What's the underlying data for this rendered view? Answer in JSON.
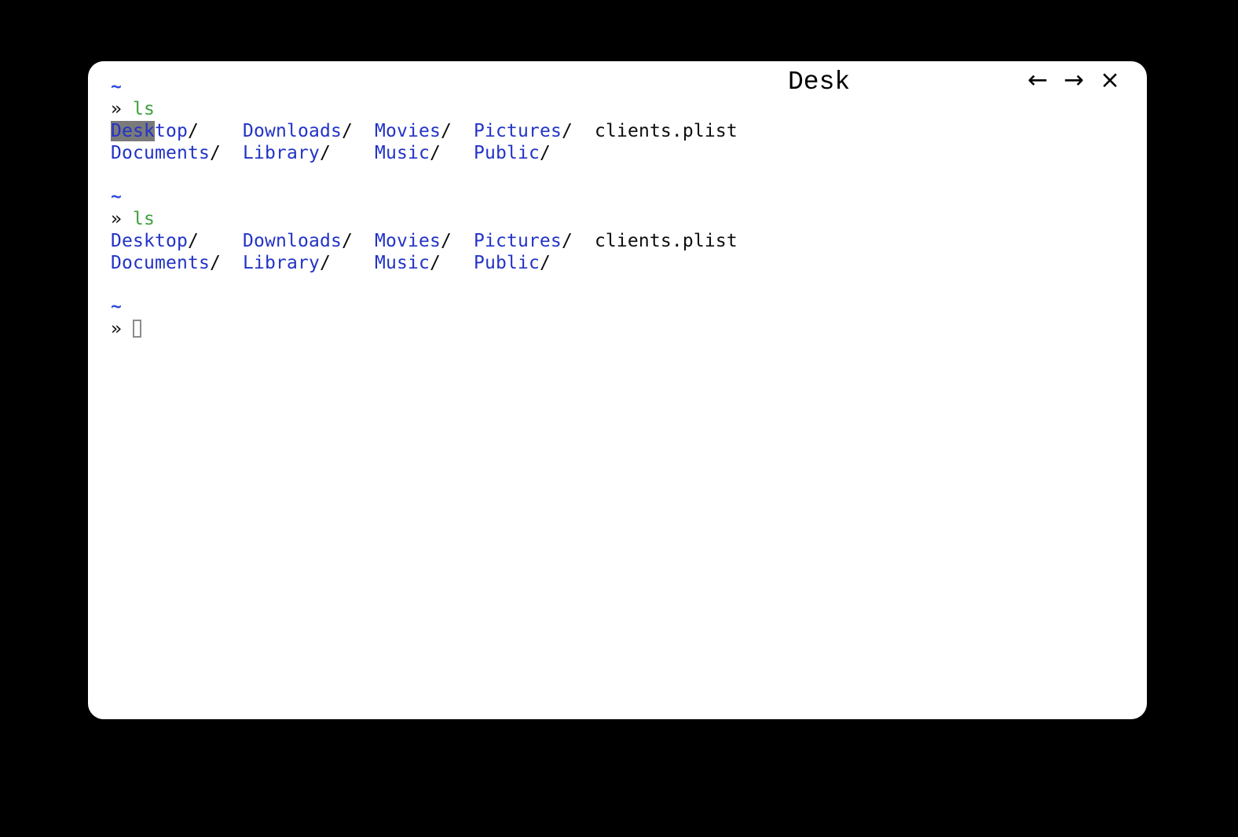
{
  "colors": {
    "screen_bg": "#000000",
    "window_bg": "#ffffff",
    "foreground": "#0d0d0d",
    "directory_blue": "#2233c7",
    "path_blue": "#2e4ae2",
    "command_green": "#3da03d",
    "match_highlight_bg": "#7a7a7a",
    "cursor_border": "#8c8c8c",
    "find_text": "#000000"
  },
  "window": {
    "find_bar": {
      "query": "Desk",
      "prev_icon": "←",
      "next_icon": "→",
      "close_icon": "×"
    },
    "terminal": {
      "lines": [
        {
          "segments": [
            {
              "text": "~",
              "color": "path"
            }
          ]
        },
        {
          "segments": [
            {
              "text": "» ",
              "color": "fg"
            },
            {
              "text": "ls",
              "color": "green"
            }
          ]
        },
        {
          "segments": [
            {
              "text": "Desk",
              "color": "dir",
              "highlight": true
            },
            {
              "text": "top",
              "color": "dir"
            },
            {
              "text": "/    ",
              "color": "fg"
            },
            {
              "text": "Downloads",
              "color": "dir"
            },
            {
              "text": "/  ",
              "color": "fg"
            },
            {
              "text": "Movies",
              "color": "dir"
            },
            {
              "text": "/  ",
              "color": "fg"
            },
            {
              "text": "Pictures",
              "color": "dir"
            },
            {
              "text": "/  ",
              "color": "fg"
            },
            {
              "text": "clients.plist",
              "color": "fg"
            }
          ]
        },
        {
          "segments": [
            {
              "text": "Documents",
              "color": "dir"
            },
            {
              "text": "/  ",
              "color": "fg"
            },
            {
              "text": "Library",
              "color": "dir"
            },
            {
              "text": "/    ",
              "color": "fg"
            },
            {
              "text": "Music",
              "color": "dir"
            },
            {
              "text": "/   ",
              "color": "fg"
            },
            {
              "text": "Public",
              "color": "dir"
            },
            {
              "text": "/",
              "color": "fg"
            }
          ]
        },
        {
          "segments": []
        },
        {
          "segments": [
            {
              "text": "~",
              "color": "path"
            }
          ]
        },
        {
          "segments": [
            {
              "text": "» ",
              "color": "fg"
            },
            {
              "text": "ls",
              "color": "green"
            }
          ]
        },
        {
          "segments": [
            {
              "text": "Desktop",
              "color": "dir"
            },
            {
              "text": "/    ",
              "color": "fg"
            },
            {
              "text": "Downloads",
              "color": "dir"
            },
            {
              "text": "/  ",
              "color": "fg"
            },
            {
              "text": "Movies",
              "color": "dir"
            },
            {
              "text": "/  ",
              "color": "fg"
            },
            {
              "text": "Pictures",
              "color": "dir"
            },
            {
              "text": "/  ",
              "color": "fg"
            },
            {
              "text": "clients.plist",
              "color": "fg"
            }
          ]
        },
        {
          "segments": [
            {
              "text": "Documents",
              "color": "dir"
            },
            {
              "text": "/  ",
              "color": "fg"
            },
            {
              "text": "Library",
              "color": "dir"
            },
            {
              "text": "/    ",
              "color": "fg"
            },
            {
              "text": "Music",
              "color": "dir"
            },
            {
              "text": "/   ",
              "color": "fg"
            },
            {
              "text": "Public",
              "color": "dir"
            },
            {
              "text": "/",
              "color": "fg"
            }
          ]
        },
        {
          "segments": []
        },
        {
          "segments": [
            {
              "text": "~",
              "color": "path"
            }
          ]
        },
        {
          "segments": [
            {
              "text": "» ",
              "color": "fg"
            },
            {
              "text": "",
              "color": "fg",
              "cursor": true
            }
          ]
        }
      ]
    }
  }
}
